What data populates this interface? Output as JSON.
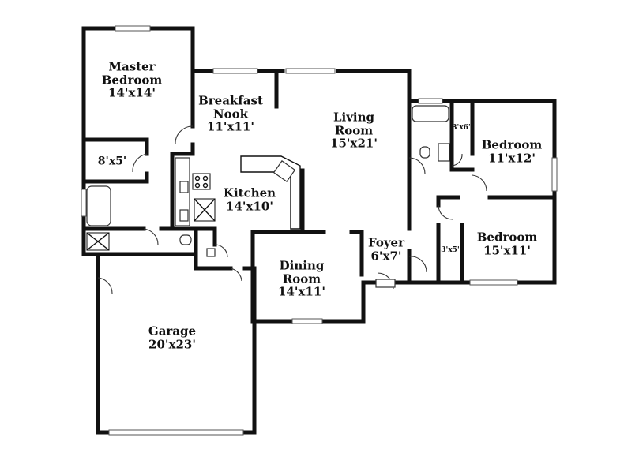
{
  "rooms": {
    "master_bedroom": {
      "name_line1": "Master",
      "name_line2": "Bedroom",
      "dims": "14'x14'"
    },
    "master_closet": {
      "dims": "8'x5'"
    },
    "breakfast_nook": {
      "name_line1": "Breakfast",
      "name_line2": "Nook",
      "dims": "11'x11'"
    },
    "living_room": {
      "name_line1": "Living",
      "name_line2": "Room",
      "dims": "15'x21'"
    },
    "kitchen": {
      "name": "Kitchen",
      "dims": "14'x10'"
    },
    "dining_room": {
      "name_line1": "Dining",
      "name_line2": "Room",
      "dims": "14'x11'"
    },
    "foyer": {
      "name": "Foyer",
      "dims": "6'x7'"
    },
    "garage": {
      "name": "Garage",
      "dims": "20'x23'"
    },
    "bedroom_2": {
      "name": "Bedroom",
      "dims": "11'x12'"
    },
    "bedroom_3": {
      "name": "Bedroom",
      "dims": "15'x11'"
    },
    "closet_a": {
      "dims": "3'x6'"
    },
    "closet_b": {
      "dims": "3'x5'"
    }
  },
  "colors": {
    "wall": "#111111",
    "background": "#ffffff",
    "window": "#555555"
  }
}
